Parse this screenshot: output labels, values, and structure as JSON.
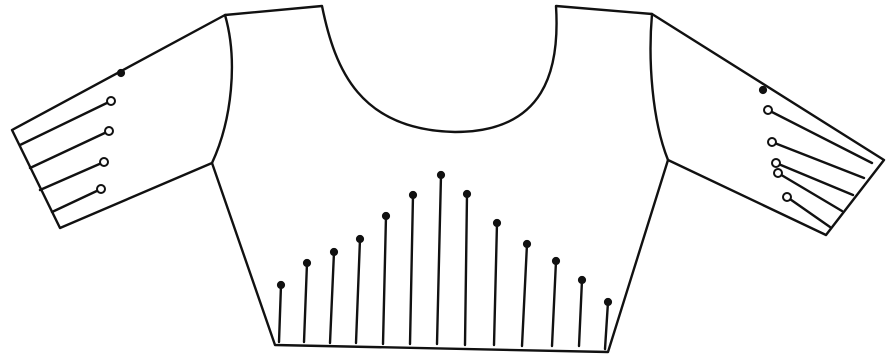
{
  "drawing": {
    "subject": "blouse-sketch",
    "ink_color": "#111111",
    "paper_color": "#ffffff",
    "front_pintucks": 13,
    "left_sleeve_pintucks": 4,
    "right_sleeve_pintucks": 5
  }
}
